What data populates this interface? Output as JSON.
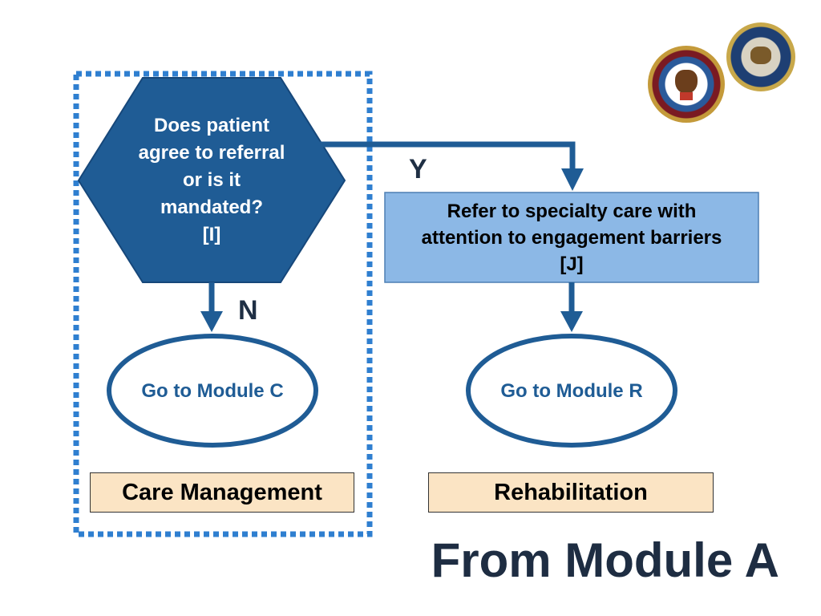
{
  "decision": {
    "lines": [
      "Does patient",
      "agree to referral",
      "or is it",
      "mandated?",
      "[I]"
    ]
  },
  "refer_box": {
    "lines": [
      "Refer to specialty care with",
      "attention to engagement barriers",
      "[J]"
    ]
  },
  "oval_c": {
    "label": "Go to Module C"
  },
  "oval_r": {
    "label": "Go to Module R"
  },
  "care_management": {
    "label": "Care Management"
  },
  "rehabilitation": {
    "label": "Rehabilitation"
  },
  "edges": {
    "yes_label": "Y",
    "no_label": "N"
  },
  "title": "From Module A",
  "logos": [
    {
      "icon": "va-seal-icon"
    },
    {
      "icon": "dod-seal-icon"
    }
  ],
  "colors": {
    "hexagon_fill": "#1f5c95",
    "arrow": "#1f5c95",
    "refer_fill": "#8cb8e6",
    "label_fill": "#fbe4c4",
    "dashed_border": "#2f7fd0"
  }
}
